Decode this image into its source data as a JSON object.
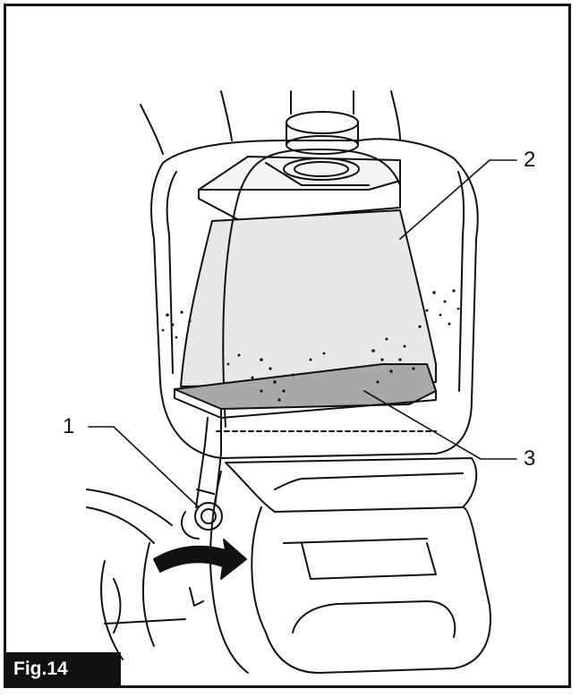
{
  "figure": {
    "label": "Fig.14",
    "callouts": [
      {
        "number": "1"
      },
      {
        "number": "2"
      },
      {
        "number": "3"
      }
    ]
  },
  "colors": {
    "line": "#111111",
    "filter_fill": "#e8e8e8",
    "tray_fill": "#a9a9a9",
    "arrow_fill": "#111111"
  }
}
